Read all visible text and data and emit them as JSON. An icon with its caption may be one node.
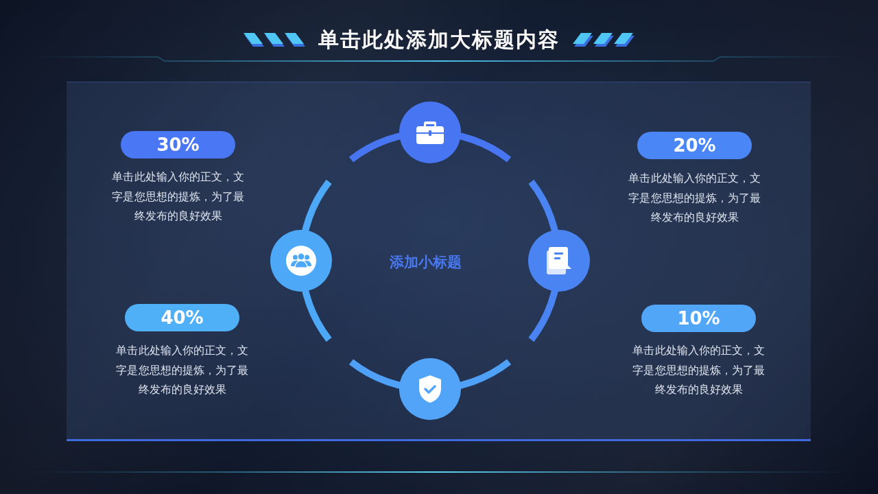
{
  "diagram": {
    "title": "单击此处添加大标题内容",
    "nodes": [
      {
        "text": [],
        "shape": "circle"
      },
      {
        "text": [
          "30%"
        ],
        "beside": [
          "单击此处输入你的正文，文字是您思想的提炼，为了最终发布的良好效果"
        ]
      },
      {
        "text": [
          "20%"
        ],
        "beside": [
          "单击此处输入你的正文，文字是您思想的提炼，为了最终发布的良好效果"
        ]
      },
      {
        "text": [],
        "shape": "circle"
      },
      {
        "text": [],
        "shape": "circle"
      },
      {
        "text": [
          "40%"
        ],
        "beside": [
          "单击此处输入你的正文，文字是您思想的提炼，为了最终发布的良好效果"
        ]
      },
      {
        "text": [
          "10%"
        ],
        "beside": [
          "单击此处输入你的正文，文字是您思想的提炼，为了最终发布的良好效果"
        ]
      },
      {
        "text": [],
        "shape": "circle"
      }
    ],
    "labels": [
      "添加小标题"
    ]
  }
}
